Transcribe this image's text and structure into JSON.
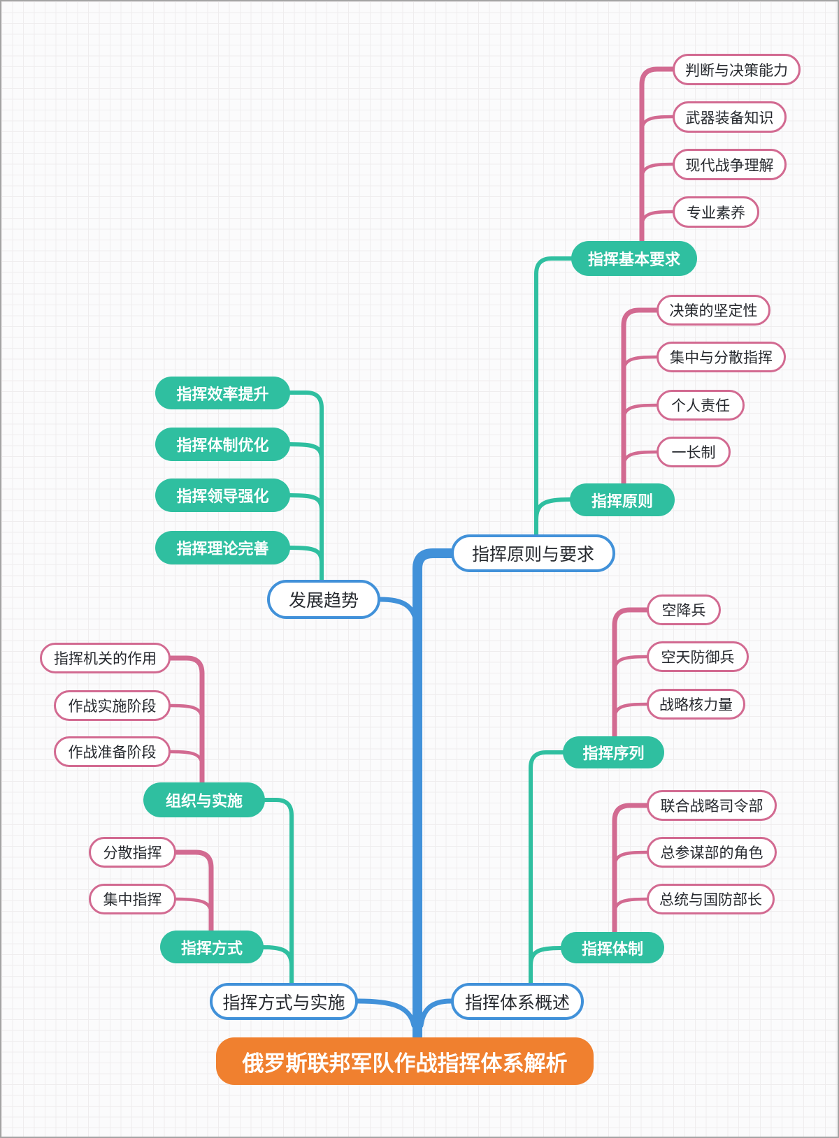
{
  "palette": {
    "teal": "#2fbfa0",
    "pink": "#d26a91",
    "blue": "#4191d9",
    "orange": "#f0802f",
    "text_dark": "#26292e",
    "text_light": "#ffffff",
    "grid_line": "#efedee",
    "background": "#fbfbfc"
  },
  "map": {
    "root": "俄罗斯联邦军队作战指挥体系解析",
    "principles_branch": {
      "label": "指挥原则与要求",
      "basic_requirements": {
        "label": "指挥基本要求",
        "leaves": [
          "判断与决策能力",
          "武器装备知识",
          "现代战争理解",
          "专业素养"
        ]
      },
      "command_principles": {
        "label": "指挥原则",
        "leaves": [
          "决策的坚定性",
          "集中与分散指挥",
          "个人责任",
          "一长制"
        ]
      }
    },
    "trends_branch": {
      "label": "发展趋势",
      "leaves": [
        "指挥效率提升",
        "指挥体制优化",
        "指挥领导强化",
        "指挥理论完善"
      ]
    },
    "methods_branch": {
      "label": "指挥方式与实施",
      "organization": {
        "label": "组织与实施",
        "leaves": [
          "指挥机关的作用",
          "作战实施阶段",
          "作战准备阶段"
        ]
      },
      "command_modes": {
        "label": "指挥方式",
        "leaves": [
          "分散指挥",
          "集中指挥"
        ]
      }
    },
    "overview_branch": {
      "label": "指挥体系概述",
      "command_sequence": {
        "label": "指挥序列",
        "leaves": [
          "空降兵",
          "空天防御兵",
          "战略核力量"
        ]
      },
      "command_structure": {
        "label": "指挥体制",
        "leaves": [
          "联合战略司令部",
          "总参谋部的角色",
          "总统与国防部长"
        ]
      }
    }
  }
}
